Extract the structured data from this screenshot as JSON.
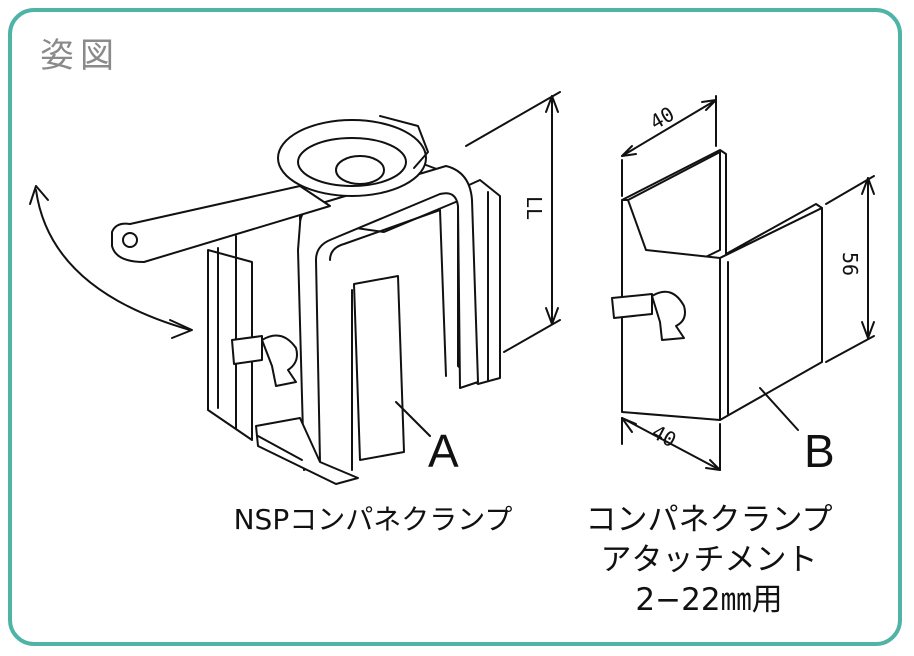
{
  "header": {
    "title": "姿図"
  },
  "part_a": {
    "letter": "A",
    "caption": "NSPコンパネクランプ",
    "dim_height": "LL"
  },
  "part_b": {
    "letter": "B",
    "caption_line1": "コンパネクランプ",
    "caption_line2": "アタッチメント",
    "caption_line3": "2−22㎜用",
    "dim_top": "40",
    "dim_bottom": "40",
    "dim_height": "56"
  },
  "colors": {
    "frame": "#4fb3a6",
    "title": "#8a8a8a",
    "line": "#111111"
  }
}
